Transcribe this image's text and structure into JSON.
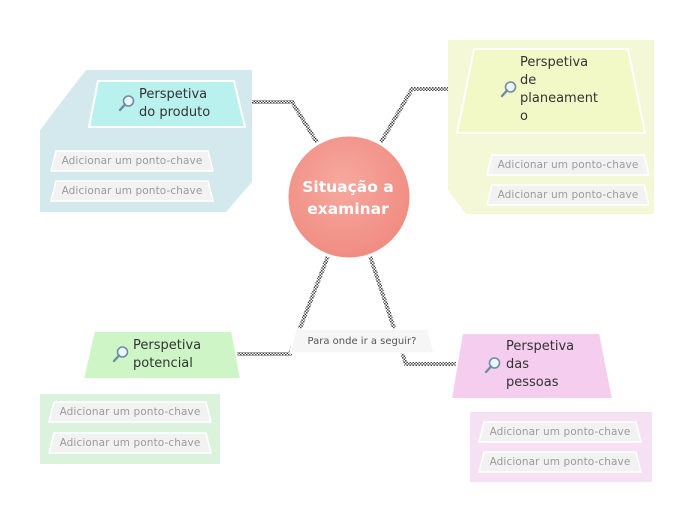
{
  "center": {
    "title": "Situação a\nexaminar",
    "color": "#f4978e"
  },
  "branches": [
    {
      "id": "produto",
      "title": "Perspetiva\ndo produto",
      "color": "#b8f1ee",
      "panel_color": "#d3e9ee",
      "keypoints": [
        "Adicionar um ponto-chave",
        "Adicionar um ponto-chave"
      ]
    },
    {
      "id": "planeamento",
      "title": "Perspetiva\nde\nplaneament\no",
      "color": "#f3f9c6",
      "panel_color": "#f5f8d6",
      "keypoints": [
        "Adicionar um ponto-chave",
        "Adicionar um ponto-chave"
      ]
    },
    {
      "id": "potencial",
      "title": "Perspetiva\npotencial",
      "color": "#cdf5c6",
      "panel_color": "#dbf2dc",
      "keypoints": [
        "Adicionar um ponto-chave",
        "Adicionar um ponto-chave"
      ]
    },
    {
      "id": "pessoas",
      "title": "Perspetiva\ndas\npessoas",
      "color": "#f5cdee",
      "panel_color": "#f6e0f4",
      "keypoints": [
        "Adicionar um ponto-chave",
        "Adicionar um ponto-chave"
      ]
    }
  ],
  "next_label": "Para onde ir a seguir?",
  "icons": {
    "node_icon": "magnifier-icon"
  },
  "connector_color": "#4a4a4a"
}
